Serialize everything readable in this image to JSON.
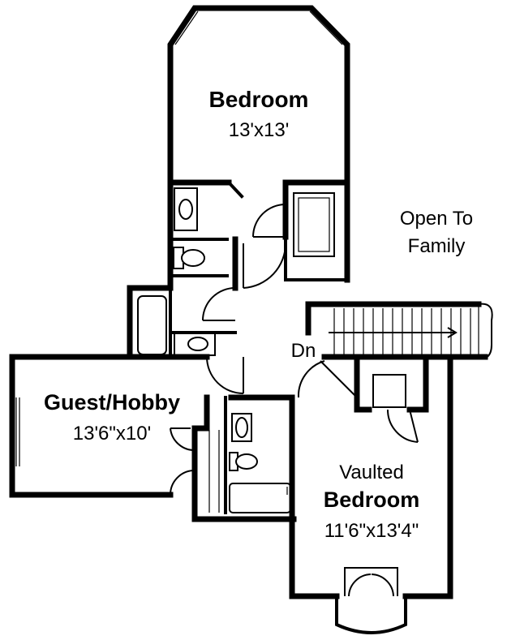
{
  "rooms": {
    "bedroom_main": {
      "name": "Bedroom",
      "size": "13'x13'"
    },
    "guest_hobby": {
      "name": "Guest/Hobby",
      "size": "13'6\"x10'"
    },
    "vaulted_bedroom": {
      "name_line1": "Vaulted",
      "name_line2": "Bedroom",
      "size": "11'6\"x13'4\""
    }
  },
  "annotations": {
    "open_to_line1": "Open To",
    "open_to_line2": "Family",
    "stair_down": "Dn"
  }
}
